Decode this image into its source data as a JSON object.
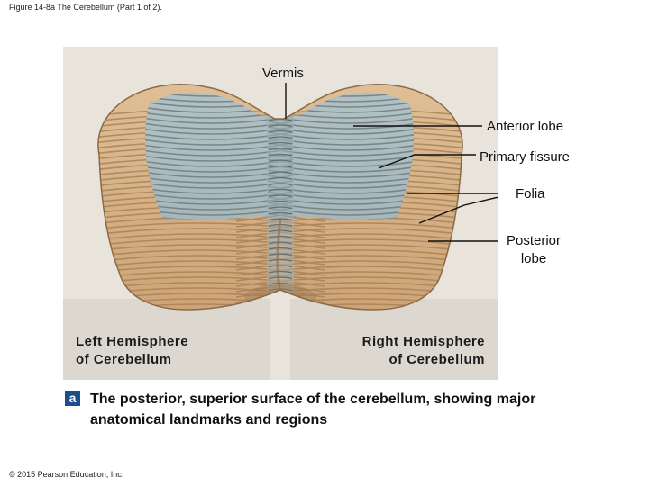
{
  "header": {
    "title": "Figure 14-8a The Cerebellum (Part 1 of 2)."
  },
  "labels": {
    "vermis": "Vermis",
    "anterior_lobe": "Anterior lobe",
    "primary_fissure": "Primary fissure",
    "folia": "Folia",
    "posterior_lobe_line1": "Posterior",
    "posterior_lobe_line2": "lobe",
    "left_hemi_line1": "Left Hemisphere",
    "left_hemi_line2": "of Cerebellum",
    "right_hemi_line1": "Right Hemisphere",
    "right_hemi_line2": "of Cerebellum"
  },
  "caption": {
    "badge": "a",
    "text": "The posterior, superior surface of the cerebellum, showing major anatomical landmarks and regions"
  },
  "footer": {
    "copyright": "© 2015 Pearson Education, Inc."
  },
  "colors": {
    "background_panel": "#e8e4dc",
    "anterior_gray_blue": "#aab8bc",
    "tan": "#d7b48a",
    "tan_dark": "#a9825a",
    "badge": "#1b4f8c"
  }
}
